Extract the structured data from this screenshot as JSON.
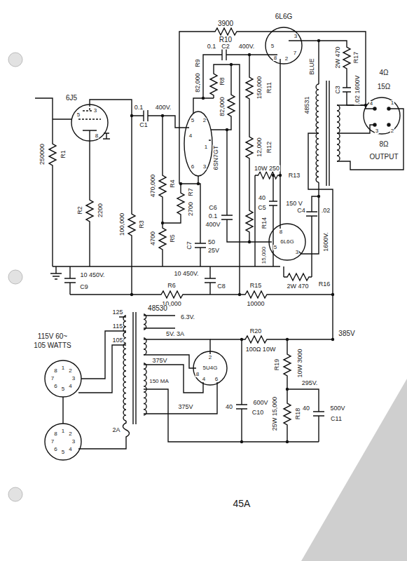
{
  "diagram": {
    "labels": [
      "3900",
      "R10",
      "6L6G",
      "2W 470",
      "R17",
      "C3",
      ".02 1600V",
      "0.1",
      "C2",
      "400V.",
      "82,000",
      "R9",
      "82,000",
      "R8",
      "R11",
      "150,000",
      "12,000",
      "R12",
      "6SN7GT",
      "6J5",
      "0.1",
      "C1",
      "400V.",
      "250000",
      "R1",
      "R2",
      "2200",
      "100,000",
      "R3",
      "470,000",
      "R4",
      "2700",
      "R7",
      "4700",
      "R5",
      "50",
      "25V",
      "C7",
      "C6",
      "0.1",
      "400V",
      "10W 250",
      "R13",
      "40",
      "C5",
      "150 V",
      "R14",
      "15,000",
      "6L6G",
      "C4",
      ".02",
      "1600V.",
      "2W 470",
      "R16",
      "BLUE",
      "48531",
      "4Ω",
      "15Ω",
      "8Ω",
      "OUTPUT",
      "10 450V.",
      "C9",
      "R6",
      "10,000",
      "10 450V.",
      "C8",
      "R15",
      "10000",
      "48530",
      "125",
      "115",
      "105",
      "6.3V.",
      "5V. 3A",
      "375V",
      "150 MA",
      "375V",
      "5U4G",
      "R20",
      "100Ω 10W",
      "40",
      "600V",
      "C10",
      "10W 3000",
      "R19",
      "295V.",
      "25W 15,000",
      "R18",
      "40",
      "500V",
      "C11",
      "385V",
      "2A",
      "115V 60~",
      "105 WATTS",
      "45A",
      "3",
      "5",
      "8",
      "5",
      "2",
      "4",
      "1",
      "6",
      "3",
      "3",
      "5",
      "8",
      "2",
      "7",
      "5",
      "8",
      "3",
      "2",
      "8",
      "4",
      "6",
      "4",
      "1",
      "2",
      "3",
      "1",
      "2",
      "3",
      "4",
      "5",
      "6",
      "7",
      "8",
      "1",
      "2",
      "3",
      "4",
      "5",
      "6",
      "7",
      "8"
    ]
  }
}
